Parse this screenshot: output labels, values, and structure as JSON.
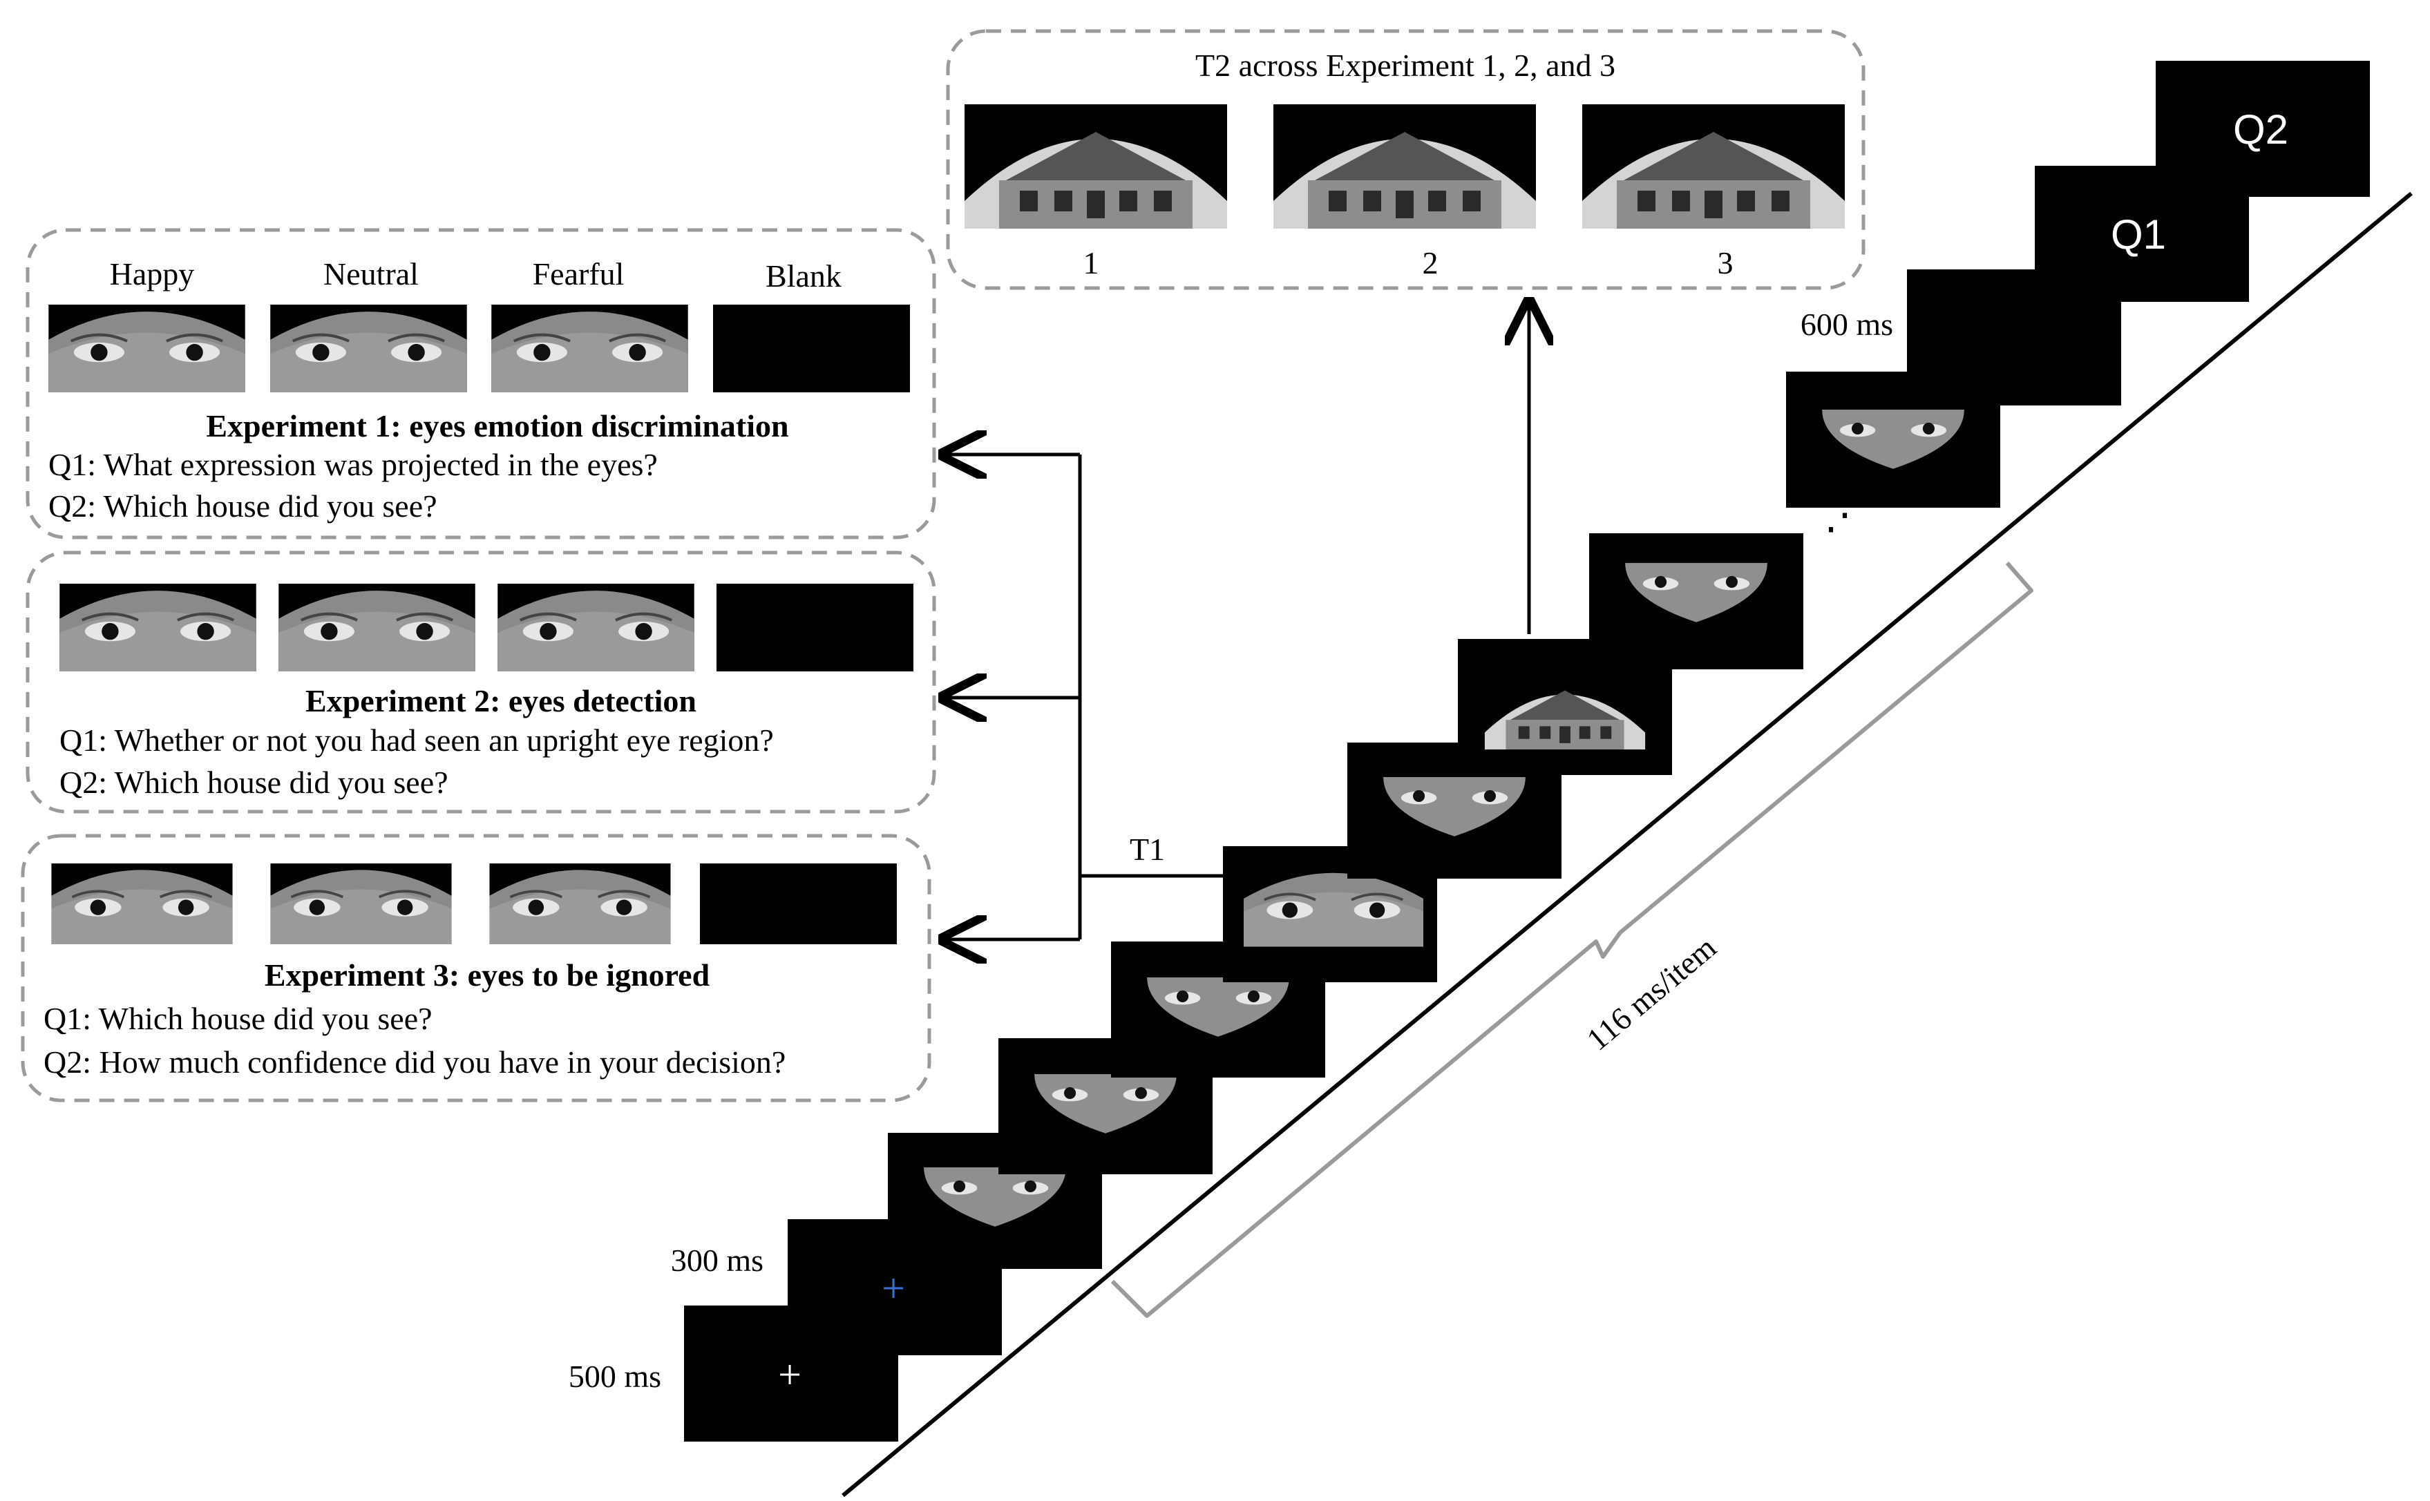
{
  "t2_box": {
    "title": "T2 across Experiment 1, 2, and 3",
    "house_numbers": [
      "1",
      "2",
      "3"
    ]
  },
  "experiment1": {
    "column_labels": [
      "Happy",
      "Neutral",
      "Fearful",
      "Blank"
    ],
    "title": "Experiment 1: eyes emotion discrimination",
    "q1": "Q1: What expression was projected in the eyes?",
    "q2": "Q2: Which house did you see?"
  },
  "experiment2": {
    "title": "Experiment 2: eyes detection",
    "q1": "Q1: Whether or not you had seen an upright eye region?",
    "q2": "Q2: Which house did you see?"
  },
  "experiment3": {
    "title": "Experiment 3: eyes to be ignored",
    "q1": "Q1: Which house did you see?",
    "q2": "Q2: How much confidence did you have in your decision?"
  },
  "timeline": {
    "fixation_500": "500 ms",
    "fixation_300": "300 ms",
    "t1_label": "T1",
    "item_rate": "116 ms/item",
    "response_delay": "600 ms",
    "q1_screen": "Q1",
    "q2_screen": "Q2",
    "fixation_glyph": "+",
    "fixation_color_white": "#ffffff",
    "fixation_color_blue": "#3a6fd8",
    "ellipsis": "⋰"
  }
}
